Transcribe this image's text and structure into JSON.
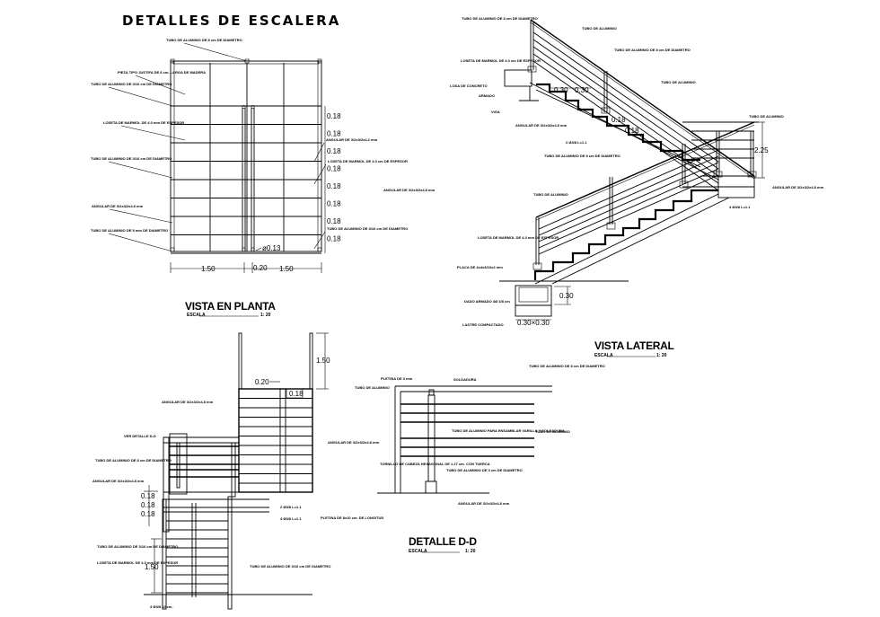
{
  "sheet": {
    "title": "DETALLES DE ESCALERA",
    "background": "#ffffff",
    "ink": "#000000"
  },
  "plan_view": {
    "title": "VISTA EN PLANTA",
    "scale_label": "ESCALA",
    "scale_value": "1: 20",
    "dims": {
      "width_left": "1.50",
      "gap": "0.20",
      "width_right": "1.50",
      "diameter": "ø0.13",
      "step_spacings": [
        "0.18",
        "0.18",
        "0.18",
        "0.18",
        "0.18",
        "0.18",
        "0.18",
        "0.18"
      ]
    },
    "notes": [
      "TUBO DE ALUMINIO DE 8 cm DE DIAMETRO",
      "PIEZA TIPO JUSTIFA DE 8 cm. LARGA DE MADERA",
      "TUBO DE ALUMINIO DE 3/16 cm DE DIAMETRO",
      "LOSETA DE MARMOL DE 4.0 mm DE ESPESOR",
      "TUBO DE ALUMINIO DE 3/16 cm DE DIAMETRO",
      "ANGULAR DE 3/2x3/2x4.8 mm",
      "TUBO DE ALUMINIO DE 9 mm DE DIAMETRO",
      "ANGULAR DE 3/2x3/2x4.2 mm",
      "LOSETA DE MARMOL DE 4.0 cm DE ESPESOR",
      "ANGULAR DE 3/2x3/2x4.8 mm",
      "TUBO DE ALUMINIO DE 3/16 cm DE DIAMETRO"
    ]
  },
  "side_view": {
    "title": "VISTA LATERAL",
    "scale_label": "ESCALA",
    "scale_value": "1: 20",
    "dims": {
      "tread_a": "0.30",
      "tread_b": "0.30",
      "riser_a": "0.18",
      "riser_b": "0.18",
      "height": "2.25",
      "footing_h": "0.30",
      "footing_w": "0.30×0.30"
    },
    "notes": [
      "TUBO DE ALUMINIO DE 8 cm DE DIAMETRO",
      "TUBO DE ALUMINIO",
      "LOSETA DE MARMOL DE 4.0 cm DE ESPESOR",
      "TUBO DE ALUMINIO DE 8 cm DE DIAMETRO",
      "LOSA DE CONCRETO",
      "TUBO DE ALUMINIO",
      "ARMADO",
      "VIGA",
      "ANGULAR DE 3/2x3/2x4.8 mm",
      "2 Ø3/8 L=1.1",
      "TUBO DE ALUMINIO DE 8 cm DE DIAMETRO",
      "TUBO DE ALUMINIO",
      "TUBO DE ALUMINIO",
      "ANGULAR DE 3/2x3/2x4.8 mm",
      "4 Ø3/8 L=1.1",
      "LOSETA DE MARMOL DE 4.0 mm DE ESPESOR",
      "PLACA DE 4x4x3/16x2 mm",
      "DADO ARMADO 4Ø 3/8 cm",
      "LASTRE COMPACTADO"
    ]
  },
  "elevation_view": {
    "dims": {
      "rail_height": "1.50",
      "gap": "0.20",
      "riser_top": "0.18",
      "step_spacings": [
        "0.18",
        "0.18",
        "0.18"
      ],
      "lower_height": "1.50"
    },
    "notes": [
      "ANGULAR DE 3/2x3/2x4.8 mm",
      "VER DETALLE D-D",
      "TUBO DE ALUMINIO DE 8 cm DE DIAMETRO",
      "ANGULAR DE 3/2x3/2x4.8 mm",
      "ANGULAR DE 3/2x3/2x4.8 mm",
      "2 Ø3/8 L=1.1",
      "4 Ø3/8 L=1.1",
      "TUBO DE ALUMINIO DE 3/16 cm DE DIAMETRO",
      "LOSETA DE MARMOL DE 4.0 mm DE ESPESOR",
      "TUBO DE ALUMINIO DE 3/16 cm DE DIAMETRO",
      "3 Ø3/8 10 cm."
    ]
  },
  "detail_dd": {
    "title": "DETALLE D-D",
    "scale_label": "ESCALA",
    "scale_value": "1: 20",
    "notes": [
      "TUBO DE ALUMINIO DE 8 cm DE DIAMETRO",
      "PLETINA DE 3 mm",
      "SOLDADURA",
      "TUBO DE ALUMINIO",
      "TUBO DE ALUMINIO PARA ENSAMBLAR VARILLA Y SOLDADURA",
      "TUBO DE ALUMINIO",
      "TORNILLO DE CABEZA HEXAGONAL DE 1.27 cm. CON TUERCA",
      "TUBO DE ALUMINIO DE 3 cm DE DIAMETRO",
      "ANGULAR DE 3/2x3/2x4.8 mm",
      "PLETINA DE 8x10 cm. DE LONGITUD"
    ]
  }
}
